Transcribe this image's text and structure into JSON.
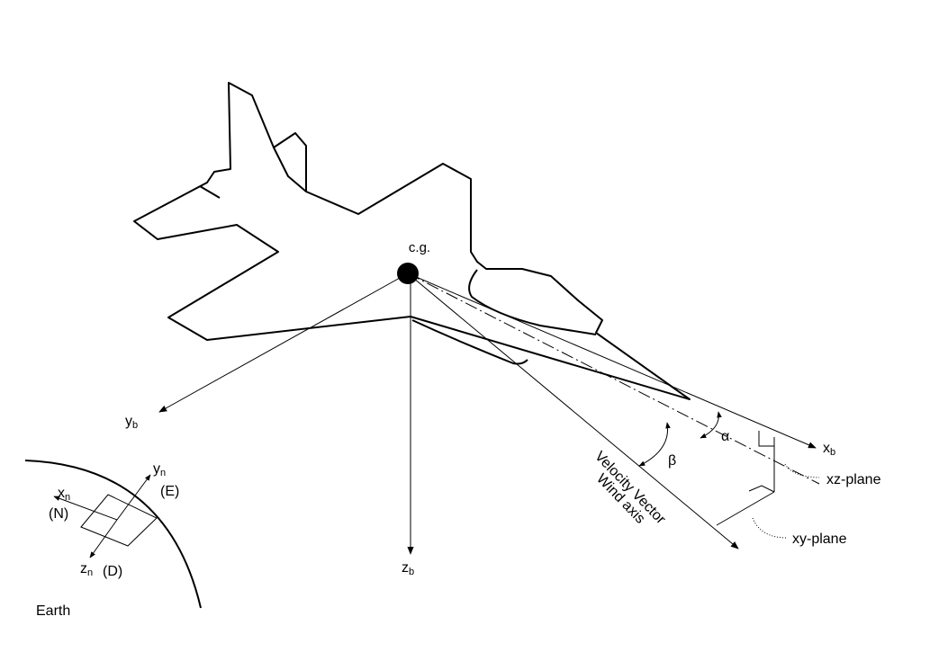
{
  "labels": {
    "cg": "c.g.",
    "xb_main": "x",
    "xb_sub": "b",
    "yb_main": "y",
    "yb_sub": "b",
    "zb_main": "z",
    "zb_sub": "b",
    "alpha": "α",
    "beta": "β",
    "velocity_vector": "Velocity Vector",
    "wind_axis": "Wind axis",
    "xz_plane": "xz-plane",
    "xy_plane": "xy-plane",
    "earth": "Earth",
    "xn_main": "x",
    "xn_sub": "n",
    "xn_dir": "(N)",
    "yn_main": "y",
    "yn_sub": "n",
    "yn_dir": "(E)",
    "zn_main": "z",
    "zn_sub": "n",
    "zn_dir": "(D)"
  },
  "colors": {
    "line": "#000000",
    "background": "#ffffff"
  }
}
